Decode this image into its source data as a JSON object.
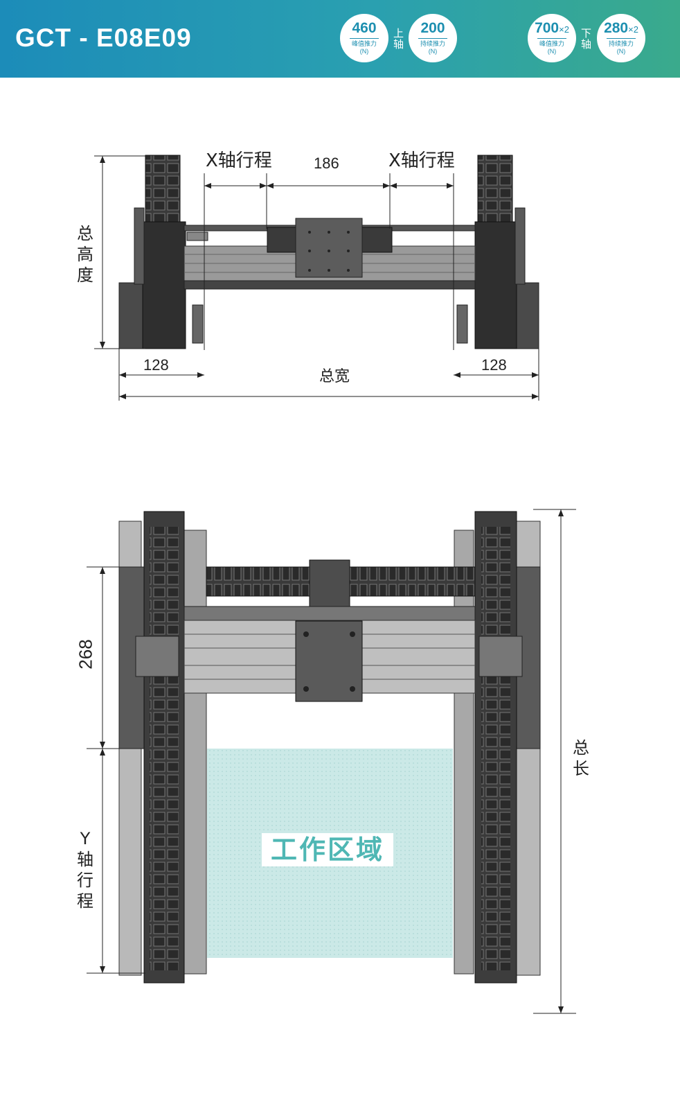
{
  "header": {
    "title": "GCT - E08E09",
    "upper_axis_label": "上\n轴",
    "lower_axis_label": "下\n轴",
    "badges": [
      {
        "value": "460",
        "multiplier": "",
        "sub": "峰值推力",
        "unit": "(N)"
      },
      {
        "value": "200",
        "multiplier": "",
        "sub": "持续推力",
        "unit": "(N)"
      },
      {
        "value": "700",
        "multiplier": "×2",
        "sub": "峰值推力",
        "unit": "(N)"
      },
      {
        "value": "280",
        "multiplier": "×2",
        "sub": "持续推力",
        "unit": "(N)"
      }
    ],
    "colors": {
      "gradient_start": "#1c8cb9",
      "gradient_end": "#3aaa8c",
      "badge_text": "#1d8fb0"
    }
  },
  "front_view": {
    "x_stroke_left": "X轴行程",
    "center_dim": "186",
    "x_stroke_right": "X轴行程",
    "total_height": "总高度",
    "left_width": "128",
    "right_width": "128",
    "total_width": "总宽"
  },
  "top_view": {
    "dim_268": "268",
    "y_stroke": "Y轴行程",
    "total_length": "总长",
    "work_area": "工作区域",
    "work_area_color": "#c9e8e6"
  }
}
